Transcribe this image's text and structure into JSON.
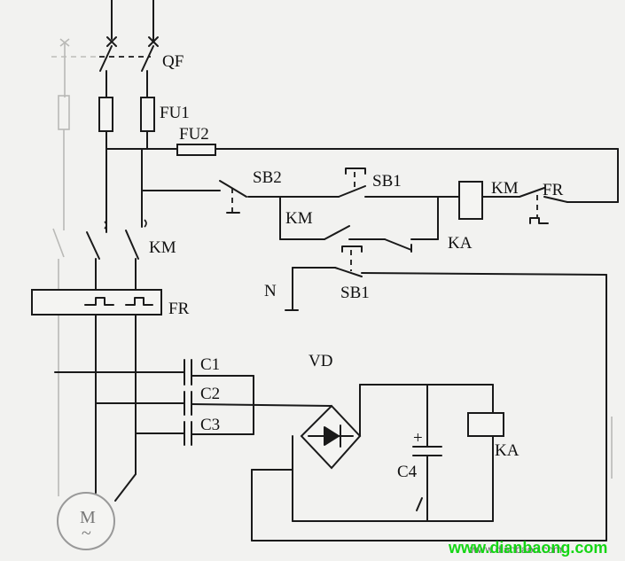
{
  "labels": {
    "qf": "QF",
    "fu1": "FU1",
    "fu2": "FU2",
    "sb2": "SB2",
    "sb1_top": "SB1",
    "km_coil": "KM",
    "fr_contact": "FR",
    "km_holding": "KM",
    "ka_contact": "KA",
    "n": "N",
    "sb1_bottom": "SB1",
    "km_main": "KM",
    "fr_relay": "FR",
    "c1": "C1",
    "c2": "C2",
    "c3": "C3",
    "vd": "VD",
    "c4": "C4",
    "ka_coil": "KA",
    "plus": "+",
    "motor": "M",
    "motor_tilde": "~"
  },
  "watermark": {
    "text": "www.dianbaong.com",
    "overlay": "www.dianbaon.com"
  },
  "colors": {
    "line": "#1a1a1a",
    "faint": "#b9b9b6",
    "background": "#f2f2f0",
    "watermark": "#15d615"
  }
}
